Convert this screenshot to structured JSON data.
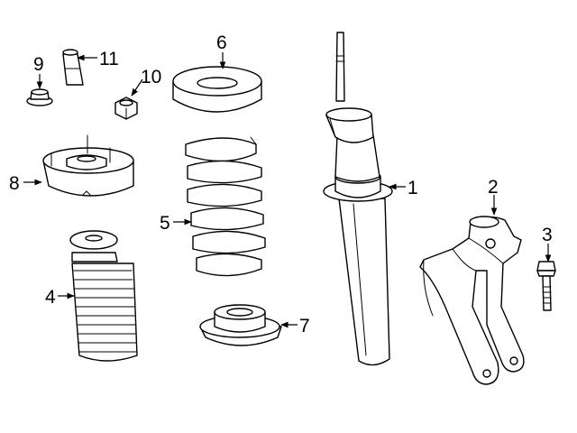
{
  "callouts": {
    "1": "1",
    "2": "2",
    "3": "3",
    "4": "4",
    "5": "5",
    "6": "6",
    "7": "7",
    "8": "8",
    "9": "9",
    "10": "10",
    "11": "11"
  },
  "colors": {
    "line": "#000000",
    "background": "#ffffff"
  }
}
